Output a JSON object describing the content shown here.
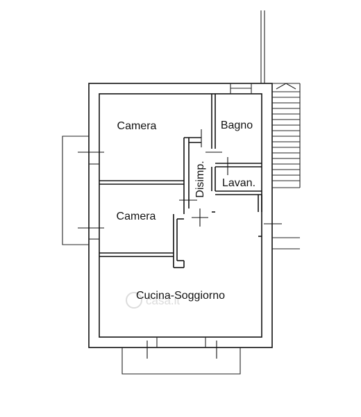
{
  "plan": {
    "rooms": {
      "camera_top": "Camera",
      "bagno": "Bagno",
      "disimp": "Disimp.",
      "lavan": "Lavan.",
      "camera_mid": "Camera",
      "cucina_soggiorno": "Cucina-Soggiorno"
    },
    "watermark": "casa.it"
  },
  "colors": {
    "line": "#111111",
    "background": "#ffffff",
    "watermark": "#d8d8d8"
  }
}
